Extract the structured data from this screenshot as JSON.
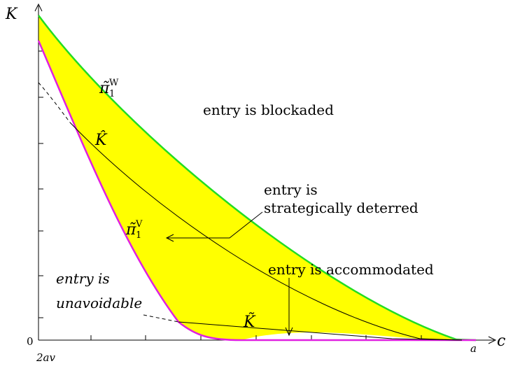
{
  "axes": {
    "y_label": "K",
    "x_label": "c",
    "origin_label": "0",
    "x_start_label": "2av",
    "x_end_label": "a"
  },
  "curves": {
    "pi_w": {
      "label": "π̃",
      "sup": "W",
      "sub": "1",
      "color": "#22dd22"
    },
    "pi_v": {
      "label": "π̃",
      "sup": "V",
      "sub": "1",
      "color": "#e020e0"
    },
    "k_hat": {
      "label": "K̂"
    },
    "k_tilde": {
      "label": "K̃"
    }
  },
  "regions": {
    "blockaded": "entry is blockaded",
    "deterred_line1": "entry is",
    "deterred_line2": "strategically deterred",
    "accommodated": "entry is accommodated",
    "unavoidable_line1": "entry is",
    "unavoidable_line2": "unavoidable"
  },
  "colors": {
    "fill": "#ffff00",
    "axis": "#000000"
  }
}
